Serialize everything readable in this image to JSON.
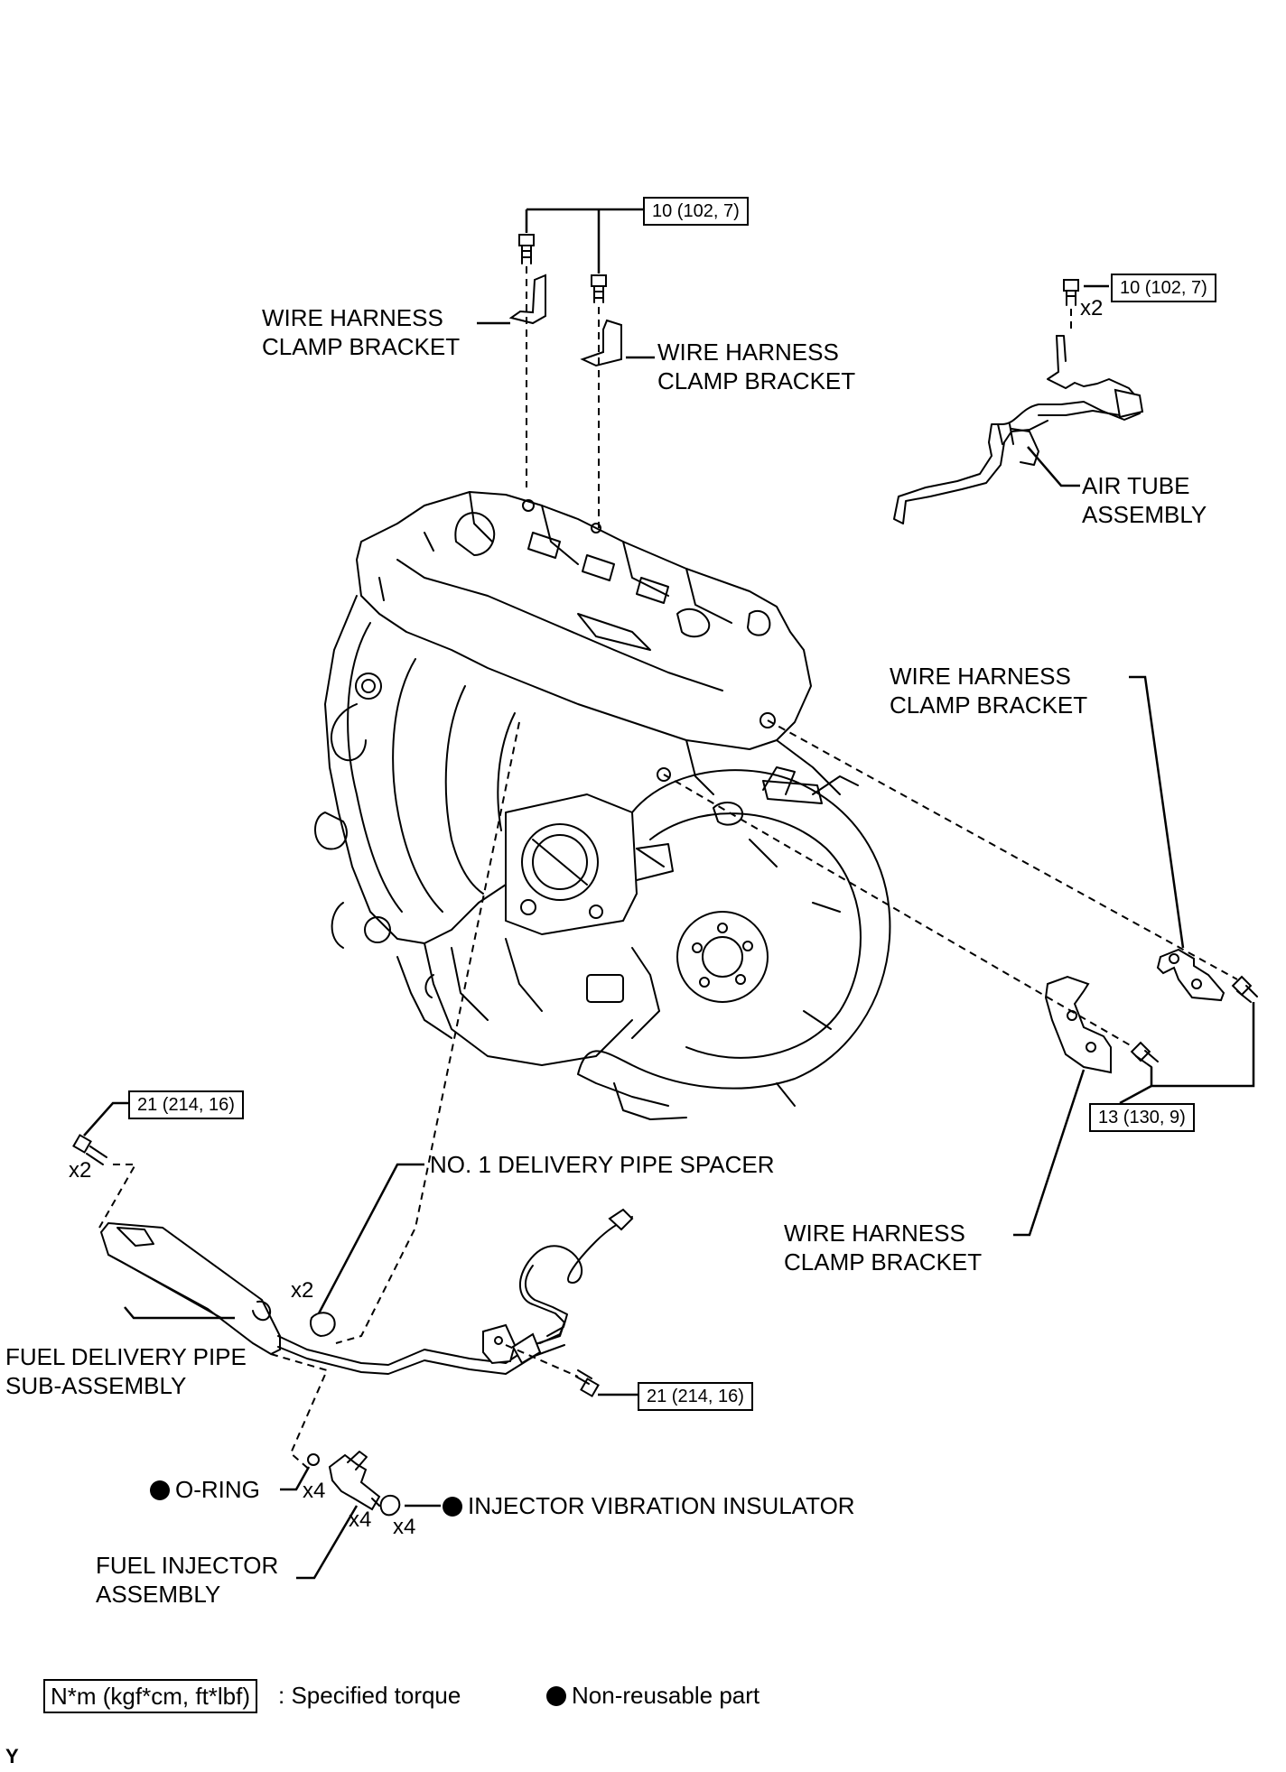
{
  "labels": {
    "wire_harness_clamp_bracket_1": [
      "WIRE HARNESS",
      "CLAMP BRACKET"
    ],
    "wire_harness_clamp_bracket_2": [
      "WIRE HARNESS",
      "CLAMP BRACKET"
    ],
    "air_tube_assembly": [
      "AIR TUBE",
      "ASSEMBLY"
    ],
    "wire_harness_clamp_bracket_3": [
      "WIRE HARNESS",
      "CLAMP BRACKET"
    ],
    "wire_harness_clamp_bracket_4": [
      "WIRE HARNESS",
      "CLAMP BRACKET"
    ],
    "no1_delivery_pipe_spacer": "NO. 1 DELIVERY PIPE SPACER",
    "fuel_delivery_pipe": [
      "FUEL DELIVERY PIPE",
      "SUB-ASSEMBLY"
    ],
    "o_ring": "O-RING",
    "injector_vibration_insulator": "INJECTOR VIBRATION INSULATOR",
    "fuel_injector_assembly": [
      "FUEL INJECTOR",
      "ASSEMBLY"
    ]
  },
  "torques": {
    "top_brackets": "10 (102, 7)",
    "air_tube": "10 (102, 7)",
    "right_brackets": "13 (130, 9)",
    "delivery_pipe": "21 (214, 16)",
    "fuel_pipe_clamp": "21 (214, 16)"
  },
  "quantities": {
    "air_tube_bolts": "x2",
    "delivery_pipe_bolts": "x2",
    "spacers": "x2",
    "o_rings": "x4",
    "injectors": "x4",
    "insulators": "x4"
  },
  "legend": {
    "torque_box": "N*m (kgf*cm, ft*lbf)",
    "torque_text": ": Specified torque",
    "nonreusable_text": "Non-reusable part"
  },
  "corner_code": "Y"
}
